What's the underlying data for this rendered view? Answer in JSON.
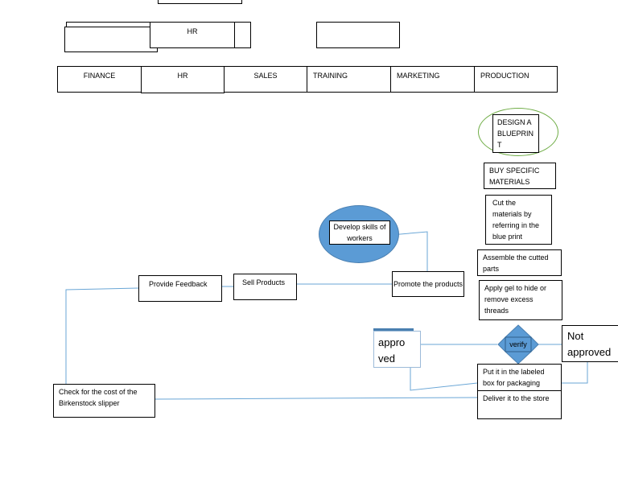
{
  "top": {
    "hr_label": "HR"
  },
  "departments": [
    "FINANCE",
    "HR",
    "SALES",
    "TRAINING",
    "MARKETING",
    "PRODUCTION"
  ],
  "production": {
    "design": "DESIGN A BLUEPRIN T",
    "buy": "BUY SPECIFIC MATERIALS",
    "cut": "Cut the materials by referring in the blue print",
    "assemble": "Assemble the cutted parts",
    "apply_gel": "Apply gel to hide or remove excess threads",
    "verify": "verify",
    "approved": "appro ved",
    "not_approved": "Not approved",
    "packaging": "Put it in the labeled box for packaging",
    "deliver": "Deliver it to the store"
  },
  "training": {
    "develop": "Develop skills of workers"
  },
  "marketing": {
    "promote": "Promote the products"
  },
  "sales": {
    "sell": "Sell Products",
    "feedback": "Provide Feedback"
  },
  "finance": {
    "check": "Check for the cost of the Birkenstock slipper"
  },
  "colors": {
    "connector": "#6aa6d6",
    "blue_fill": "#5b9bd5",
    "green_outline": "#70ad47"
  }
}
